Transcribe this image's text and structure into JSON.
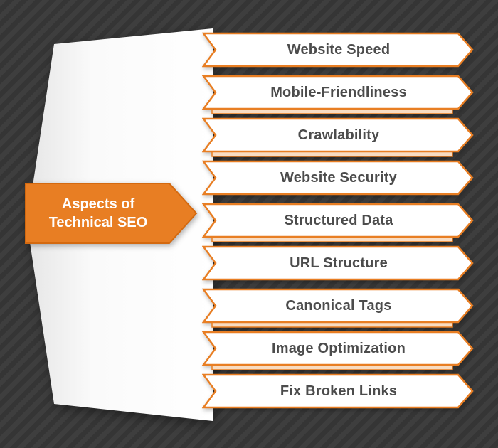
{
  "title": {
    "line1": "Aspects of",
    "line2": "Technical SEO"
  },
  "ribbons": [
    {
      "label": "Website Speed"
    },
    {
      "label": "Mobile-Friendliness"
    },
    {
      "label": "Crawlability"
    },
    {
      "label": "Website Security"
    },
    {
      "label": "Structured Data"
    },
    {
      "label": "URL Structure"
    },
    {
      "label": "Canonical Tags"
    },
    {
      "label": "Image Optimization"
    },
    {
      "label": "Fix Broken Links"
    }
  ],
  "colors": {
    "orange": "#e87e23",
    "orange_dark": "#d4690f",
    "fold_peach": "#f8dcc2",
    "label_text": "#4c4c4c",
    "title_text": "#ffffff",
    "background": "#3e3e3e",
    "background_stripe": "#353535",
    "shape_white": "#ffffff"
  }
}
